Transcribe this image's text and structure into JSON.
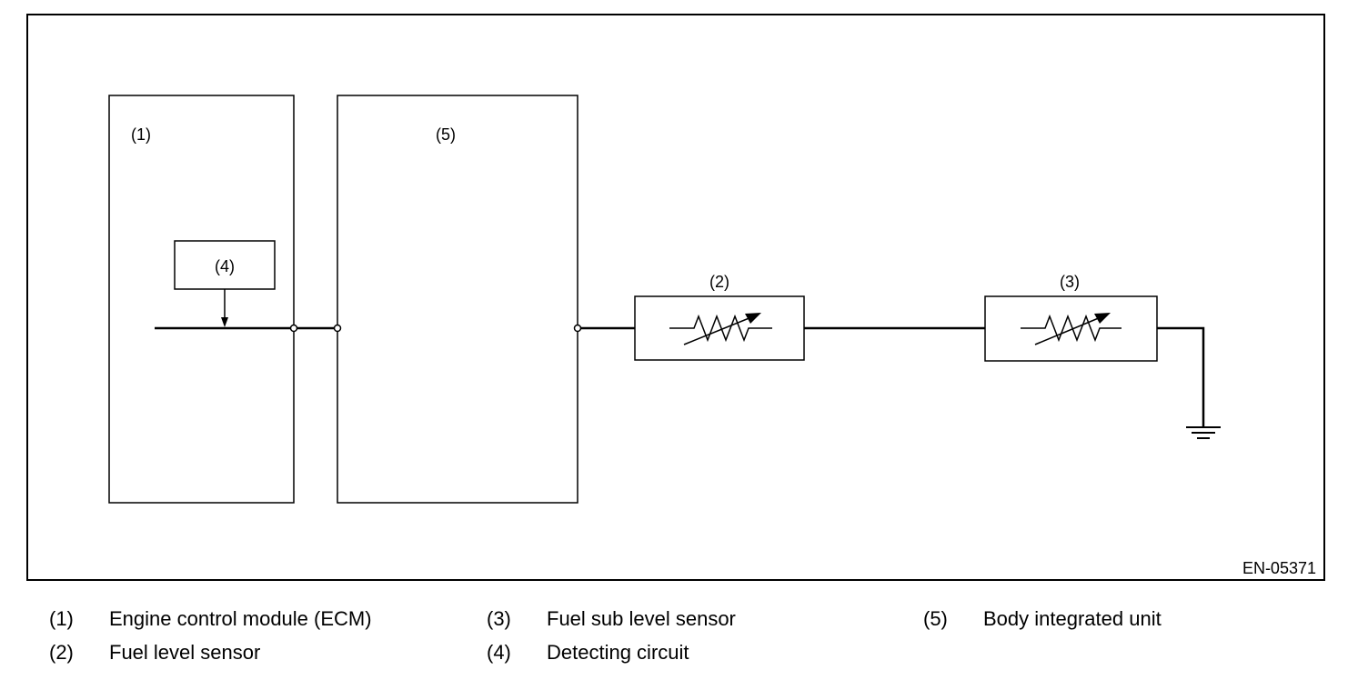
{
  "diagram": {
    "figure_id": "EN-05371",
    "blocks": [
      {
        "id": "ecm",
        "label": "(1)"
      },
      {
        "id": "body-unit",
        "label": "(5)"
      },
      {
        "id": "detecting-circuit",
        "label": "(4)"
      },
      {
        "id": "fuel-level-sensor",
        "label": "(2)"
      },
      {
        "id": "fuel-sub-level-sensor",
        "label": "(3)"
      }
    ]
  },
  "legend": {
    "items": [
      {
        "num": "(1)",
        "text": "Engine control module (ECM)"
      },
      {
        "num": "(2)",
        "text": "Fuel level sensor"
      },
      {
        "num": "(3)",
        "text": "Fuel sub level sensor"
      },
      {
        "num": "(4)",
        "text": "Detecting circuit"
      },
      {
        "num": "(5)",
        "text": "Body integrated unit"
      }
    ]
  }
}
